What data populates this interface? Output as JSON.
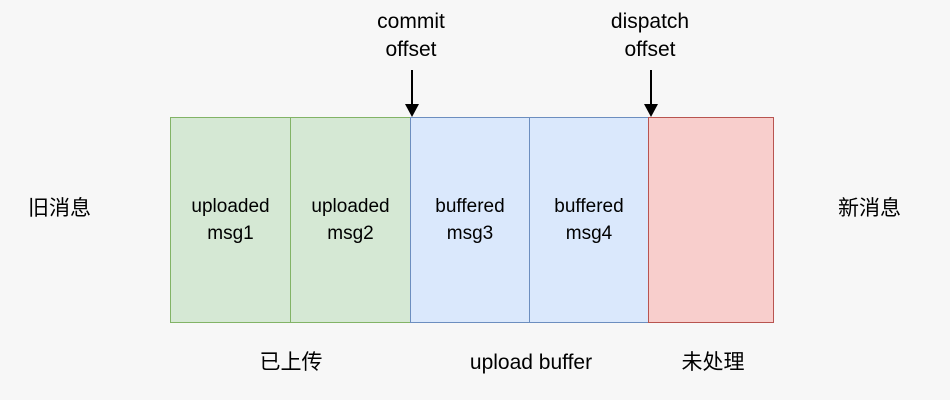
{
  "diagram": {
    "title": "message offset buffer diagram",
    "background_color": "#f7f7f7",
    "side_labels": {
      "left": "旧消息",
      "right": "新消息"
    },
    "annotations": [
      {
        "name": "commit-offset",
        "line1": "commit",
        "line2": "offset",
        "arrow": "down-arrow-icon",
        "points_to_boundary": "uploaded msg2 / buffered msg3"
      },
      {
        "name": "dispatch-offset",
        "line1": "dispatch",
        "line2": "offset",
        "arrow": "down-arrow-icon",
        "points_to_boundary": "buffered msg4 / unprocessed"
      }
    ],
    "cells": [
      {
        "name": "uploaded-msg1",
        "line1": "uploaded",
        "line2": "msg1",
        "fill": "#d5e8d4",
        "stroke": "#82b366"
      },
      {
        "name": "uploaded-msg2",
        "line1": "uploaded",
        "line2": "msg2",
        "fill": "#d5e8d4",
        "stroke": "#82b366"
      },
      {
        "name": "buffered-msg3",
        "line1": "buffered",
        "line2": "msg3",
        "fill": "#dae8fc",
        "stroke": "#6c8ebf"
      },
      {
        "name": "buffered-msg4",
        "line1": "buffered",
        "line2": "msg4",
        "fill": "#dae8fc",
        "stroke": "#6c8ebf"
      },
      {
        "name": "unprocessed",
        "line1": "",
        "line2": "",
        "fill": "#f8cecc",
        "stroke": "#b85450"
      }
    ],
    "captions": [
      {
        "name": "uploaded-caption",
        "text": "已上传"
      },
      {
        "name": "upload-buffer-caption",
        "text": "upload buffer"
      },
      {
        "name": "unprocessed-caption",
        "text": "未处理"
      }
    ]
  }
}
